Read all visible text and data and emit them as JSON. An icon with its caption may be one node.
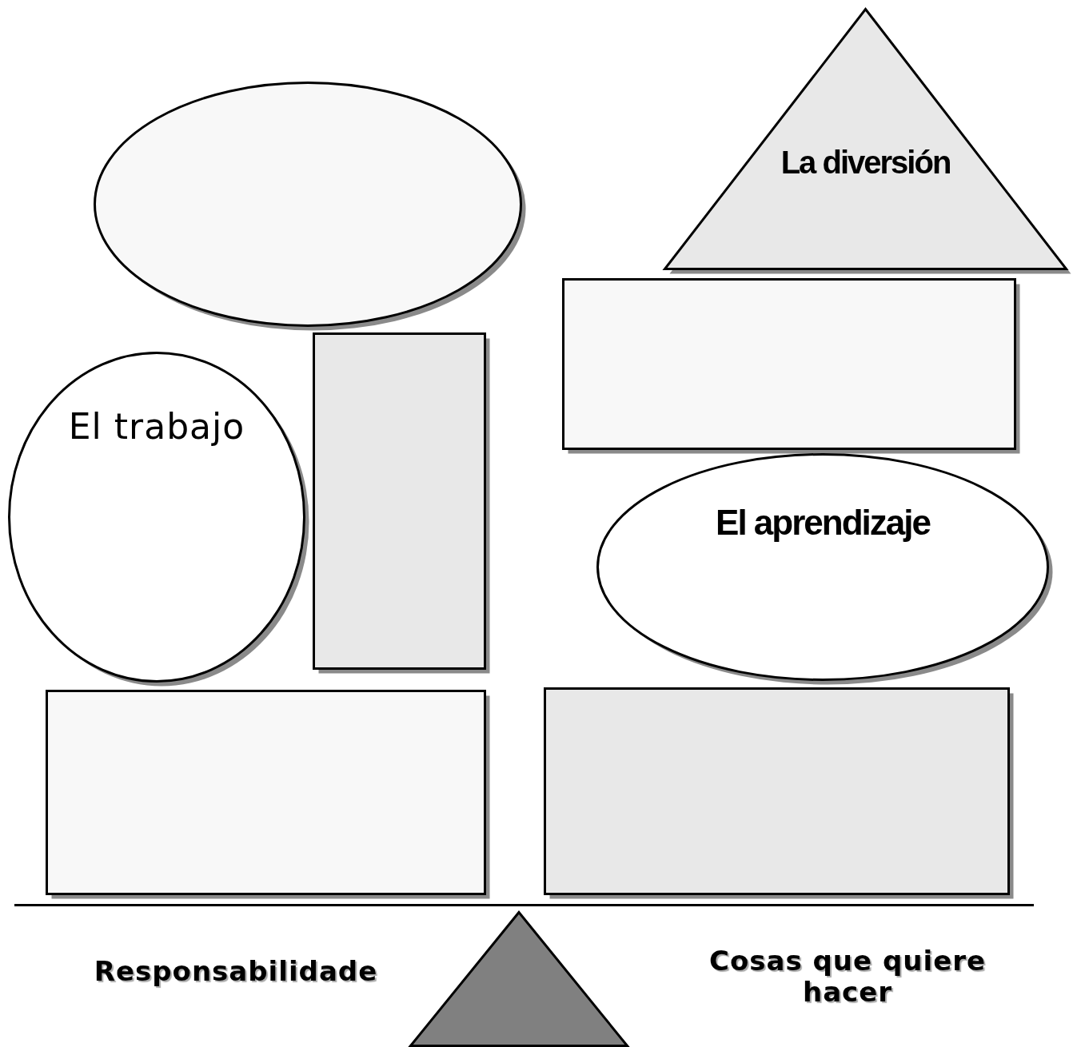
{
  "diagram": {
    "nodes": [
      {
        "text": [
          "La diversión"
        ]
      },
      {
        "text": [],
        "shape": "ellipse"
      },
      {
        "text": [],
        "shape": "box"
      },
      {
        "text": [],
        "shape": "box"
      },
      {
        "text": [
          "El trabajo"
        ]
      },
      {
        "text": [
          "El aprendizaje"
        ]
      },
      {
        "text": [],
        "shape": "box"
      },
      {
        "text": [],
        "shape": "box"
      },
      {
        "text": [],
        "shape": "triangle"
      }
    ],
    "labels": [
      "Responsabilidade",
      "Cosas que quiere hacer"
    ]
  }
}
